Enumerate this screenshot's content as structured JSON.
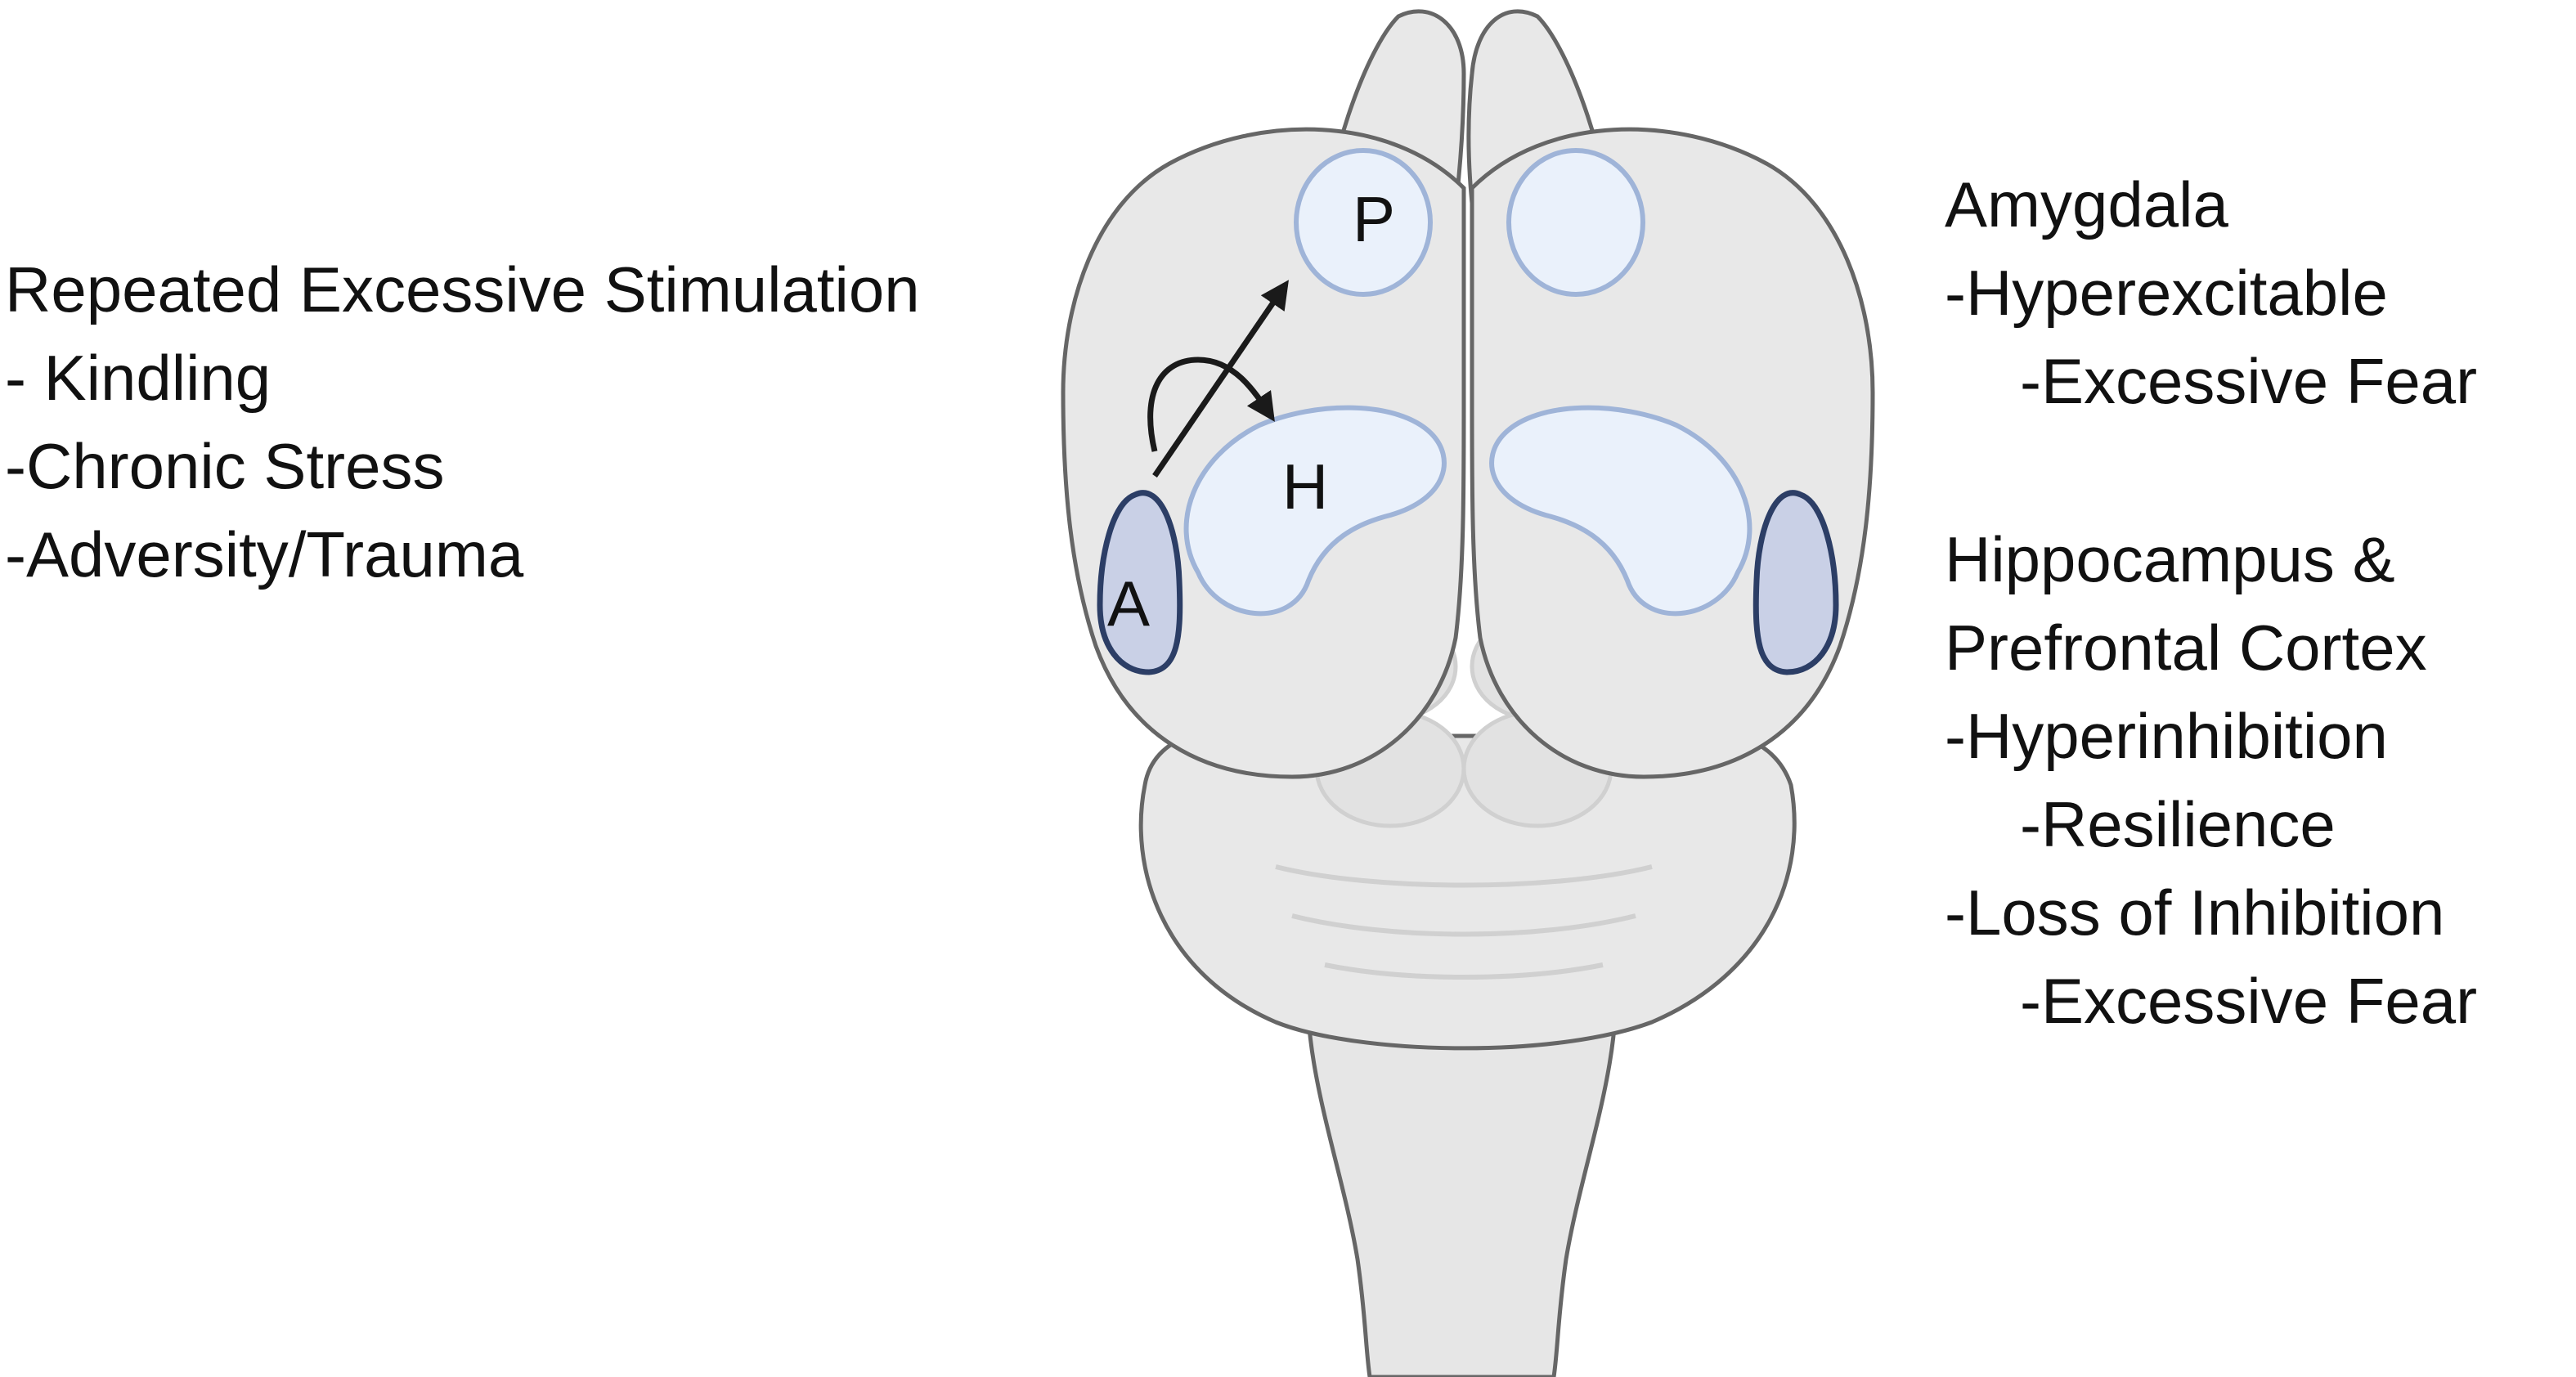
{
  "stimulation": {
    "title": "Repeated Excessive Stimulation",
    "items": [
      "- Kindling",
      "-Chronic Stress",
      "-Adversity/Trauma"
    ]
  },
  "amygdala": {
    "title": "Amygdala",
    "line1": "-Hyperexcitable",
    "line2": "-Excessive Fear"
  },
  "hippocampus_pfc": {
    "title1": "Hippocampus &",
    "title2": "Prefrontal Cortex",
    "line1": "-Hyperinhibition",
    "line2": "-Resilience",
    "line3": "-Loss of Inhibition",
    "line4": "-Excessive Fear"
  },
  "regions": {
    "prefrontal": "P",
    "hippocampus": "H",
    "amygdala": "A"
  },
  "colors": {
    "brain_fill": "#e8e8e8",
    "brain_outline": "#666666",
    "light_region_fill": "#eaf1fb",
    "light_region_stroke": "#9fb4d8",
    "amygdala_fill": "#c9d0e6",
    "amygdala_stroke": "#2c3e66",
    "arrow": "#1a1a1a"
  }
}
